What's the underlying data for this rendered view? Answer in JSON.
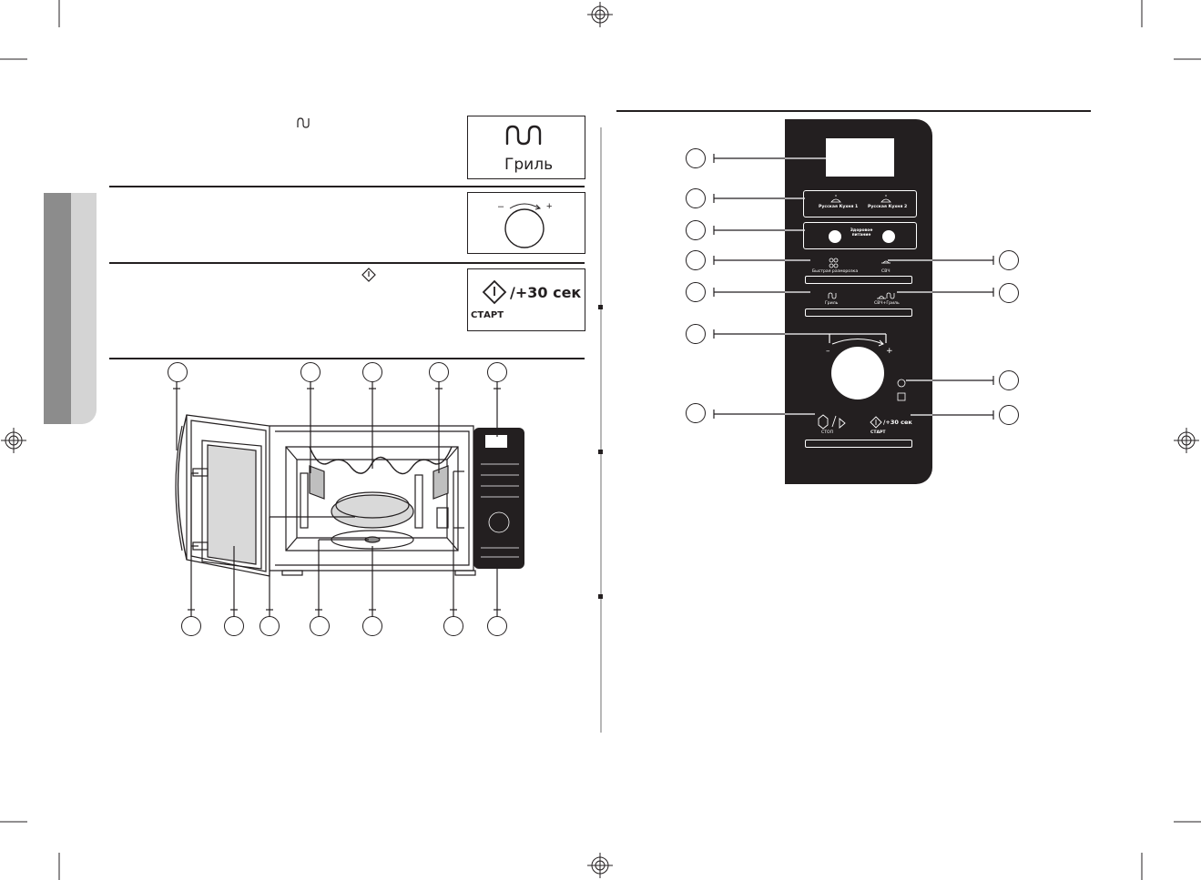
{
  "steps": [
    {
      "box_label": "Гриль",
      "icon": "grill-wave-icon"
    },
    {
      "dial_minus": "–",
      "dial_plus": "+"
    },
    {
      "box_label": "/+30 сек",
      "box_sub": "СТАРТ",
      "icon": "start-diamond-icon"
    }
  ],
  "control_panel": {
    "auto_left": "Русская Кухня 1",
    "auto_right": "Русская Кухня 2",
    "healthy": "Здоровое питание",
    "defrost": "Быстрая разморозка",
    "microwave": "СВЧ",
    "grill": "Гриль",
    "combi": "СВЧ+Гриль",
    "dial_minus": "–",
    "dial_plus": "+",
    "stop_label": "СТОП",
    "start_label": "/+30 сек",
    "start_sub": "СТАРТ"
  },
  "colors": {
    "ink": "#231f20",
    "tab_dark": "#8c8c8c",
    "tab_light": "#d4d4d4",
    "panel": "#231f20"
  }
}
